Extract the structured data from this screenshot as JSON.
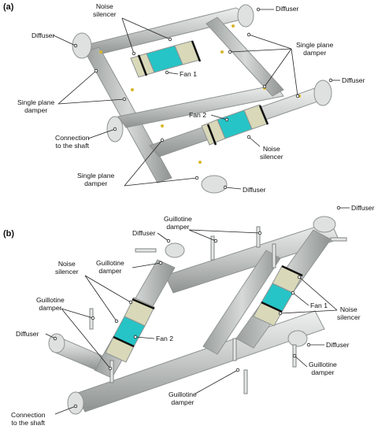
{
  "panels": {
    "a": "(a)",
    "b": "(b)"
  },
  "panel_a": {
    "diffuser_top_right": "Diffuser",
    "noise_silencer_top": "Noise\nsilencer",
    "diffuser_left": "Diffuser",
    "single_plane_damper_right": "Single plane\ndamper",
    "diffuser_right": "Diffuser",
    "fan_1": "Fan 1",
    "single_plane_damper_left": "Single plane\ndamper",
    "fan_2": "Fan 2",
    "connection": "Connection\nto the shaft",
    "noise_silencer_right": "Noise\nsilencer",
    "single_plane_damper_bottom": "Single plane\ndamper",
    "diffuser_bottom": "Diffuser"
  },
  "panel_b": {
    "diffuser_top_right": "Diffuser",
    "guillotine_top": "Guillotine\ndamper",
    "diffuser_top_left": "Diffuser",
    "guillotine_upper_left": "Guillotine\ndamper",
    "noise_silencer_left": "Noise\nsilencer",
    "fan_1": "Fan 1",
    "noise_silencer_right": "Noise\nsilencer",
    "guillotine_left": "Guillotine\ndamper",
    "diffuser_left": "Diffuser",
    "fan_2": "Fan 2",
    "diffuser_right": "Diffuser",
    "guillotine_right": "Guillotine\ndamper",
    "guillotine_bottom": "Guillotine\ndamper",
    "connection": "Connection\nto the shaft"
  },
  "colors": {
    "duct": "#c9cccb",
    "duct_edge": "#8e9392",
    "silencer": "#d9d8b8",
    "fan": "#26c4c6",
    "black_band": "#111111",
    "damper_dot": "#d8b62a"
  }
}
